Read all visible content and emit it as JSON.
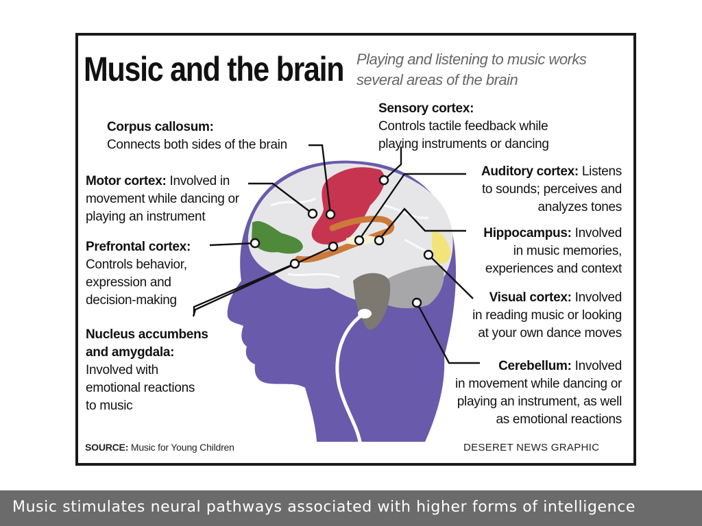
{
  "graphic": {
    "title": "Music and the brain",
    "subtitle": "Playing and listening to music works several areas of the brain",
    "source_label": "SOURCE:",
    "source_text": "Music for Young Children",
    "credit": "DESERET NEWS GRAPHIC"
  },
  "labels": {
    "corpus_callosum": {
      "name": "Corpus callosum:",
      "lines": [
        "Connects both sides of the brain"
      ]
    },
    "sensory_cortex": {
      "name": "Sensory cortex:",
      "lines": [
        "Controls tactile feedback while",
        "playing instruments or dancing"
      ]
    },
    "motor_cortex": {
      "name": "Motor cortex:",
      "first": "Involved in",
      "lines": [
        "movement while dancing or",
        "playing an instrument"
      ]
    },
    "auditory_cortex": {
      "name": "Auditory cortex:",
      "first": "Listens",
      "lines": [
        "to sounds; perceives and",
        "analyzes tones"
      ]
    },
    "prefrontal_cortex": {
      "name": "Prefrontal cortex:",
      "lines": [
        "Controls behavior,",
        "expression and",
        "decision-making"
      ]
    },
    "hippocampus": {
      "name": "Hippocampus:",
      "first": "Involved",
      "lines": [
        "in music memories,",
        "experiences and context"
      ]
    },
    "visual_cortex": {
      "name": "Visual cortex:",
      "first": "Involved",
      "lines": [
        "in reading music or looking",
        "at your own dance moves"
      ]
    },
    "nucleus_accumbens": {
      "name_lines": [
        "Nucleus accumbens",
        "and amygdala:"
      ],
      "lines": [
        "Involved with",
        "emotional reactions",
        "to music"
      ]
    },
    "cerebellum": {
      "name": "Cerebellum:",
      "first": "Involved",
      "lines": [
        "in movement while dancing or",
        "playing an instrument, as well",
        "as emotional reactions"
      ]
    }
  },
  "caption": "Music stimulates neural pathways associated with higher forms of intelligence",
  "colors": {
    "head": "#6a5aab",
    "brain": "#e6e6e8",
    "sensory": "#c7344f",
    "prefrontal": "#4e8a3a",
    "pathway": "#cc7a3a",
    "visual": "#f3e47a",
    "cerebellum": "#a7a7a9",
    "brainstem": "#7d7870",
    "caption_bar": "#6b6b6b"
  }
}
